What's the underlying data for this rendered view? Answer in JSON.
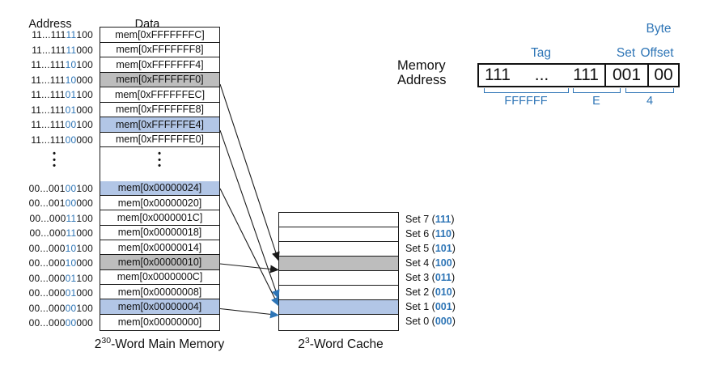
{
  "colors": {
    "accent_blue": "#2E75B6",
    "row_highlight_blue": "#B2C6E6",
    "row_highlight_gray": "#BDBDBD"
  },
  "memory": {
    "address_header": "Address",
    "data_header": "Data",
    "ellipsis_dot": "•",
    "caption_base": "2",
    "caption_exp": "30",
    "caption_rest": "-Word Main Memory",
    "top_rows": [
      {
        "addr_pre": "11...111",
        "addr_set": "11",
        "addr_post": "100",
        "data": "mem[0xFFFFFFFC]",
        "hl": ""
      },
      {
        "addr_pre": "11...111",
        "addr_set": "11",
        "addr_post": "000",
        "data": "mem[0xFFFFFFF8]",
        "hl": ""
      },
      {
        "addr_pre": "11...111",
        "addr_set": "10",
        "addr_post": "100",
        "data": "mem[0xFFFFFFF4]",
        "hl": ""
      },
      {
        "addr_pre": "11...111",
        "addr_set": "10",
        "addr_post": "000",
        "data": "mem[0xFFFFFFF0]",
        "hl": "gray"
      },
      {
        "addr_pre": "11...111",
        "addr_set": "01",
        "addr_post": "100",
        "data": "mem[0xFFFFFFEC]",
        "hl": ""
      },
      {
        "addr_pre": "11...111",
        "addr_set": "01",
        "addr_post": "000",
        "data": "mem[0xFFFFFFE8]",
        "hl": ""
      },
      {
        "addr_pre": "11...111",
        "addr_set": "00",
        "addr_post": "100",
        "data": "mem[0xFFFFFFE4]",
        "hl": "blue"
      },
      {
        "addr_pre": "11...111",
        "addr_set": "00",
        "addr_post": "000",
        "data": "mem[0xFFFFFFE0]",
        "hl": ""
      }
    ],
    "bottom_rows": [
      {
        "addr_pre": "00...001",
        "addr_set": "00",
        "addr_post": "100",
        "data": "mem[0x00000024]",
        "hl": "blue"
      },
      {
        "addr_pre": "00...001",
        "addr_set": "00",
        "addr_post": "000",
        "data": "mem[0x00000020]",
        "hl": ""
      },
      {
        "addr_pre": "00...000",
        "addr_set": "11",
        "addr_post": "100",
        "data": "mem[0x0000001C]",
        "hl": ""
      },
      {
        "addr_pre": "00...000",
        "addr_set": "11",
        "addr_post": "000",
        "data": "mem[0x00000018]",
        "hl": ""
      },
      {
        "addr_pre": "00...000",
        "addr_set": "10",
        "addr_post": "100",
        "data": "mem[0x00000014]",
        "hl": ""
      },
      {
        "addr_pre": "00...000",
        "addr_set": "10",
        "addr_post": "000",
        "data": "mem[0x00000010]",
        "hl": "gray"
      },
      {
        "addr_pre": "00...000",
        "addr_set": "01",
        "addr_post": "100",
        "data": "mem[0x0000000C]",
        "hl": ""
      },
      {
        "addr_pre": "00...000",
        "addr_set": "01",
        "addr_post": "000",
        "data": "mem[0x00000008]",
        "hl": ""
      },
      {
        "addr_pre": "00...000",
        "addr_set": "00",
        "addr_post": "100",
        "data": "mem[0x00000004]",
        "hl": "blue"
      },
      {
        "addr_pre": "00...000",
        "addr_set": "00",
        "addr_post": "000",
        "data": "mem[0x00000000]",
        "hl": ""
      }
    ]
  },
  "cache": {
    "caption_base": "2",
    "caption_exp": "3",
    "caption_rest": "-Word Cache",
    "rows": [
      {
        "label_pre": "Set 7 (",
        "bits": "111",
        "label_post": ")",
        "hl": ""
      },
      {
        "label_pre": "Set 6 (",
        "bits": "110",
        "label_post": ")",
        "hl": ""
      },
      {
        "label_pre": "Set 5 (",
        "bits": "101",
        "label_post": ")",
        "hl": ""
      },
      {
        "label_pre": "Set 4 (",
        "bits": "100",
        "label_post": ")",
        "hl": "gray"
      },
      {
        "label_pre": "Set 3 (",
        "bits": "011",
        "label_post": ")",
        "hl": ""
      },
      {
        "label_pre": "Set 2 (",
        "bits": "010",
        "label_post": ")",
        "hl": ""
      },
      {
        "label_pre": "Set 1 (",
        "bits": "001",
        "label_post": ")",
        "hl": "blue"
      },
      {
        "label_pre": "Set 0 (",
        "bits": "000",
        "label_post": ")",
        "hl": ""
      }
    ]
  },
  "address_breakdown": {
    "label_line1": "Memory",
    "label_line2": "Address",
    "tag_label": "Tag",
    "set_label": "Set",
    "byte_label": "Byte",
    "offset_label": "Offset",
    "tag_left": "111",
    "tag_dots": "...",
    "tag_right": "111",
    "set_value": "001",
    "offset_value": "00",
    "hex_tag": "FFFFFF",
    "hex_mid": "E",
    "hex_low": "4"
  },
  "mappings": [
    {
      "from": "mem[0xFFFFFFF0]",
      "to": "Set 4",
      "color": "black"
    },
    {
      "from": "mem[0xFFFFFFE4]",
      "to": "Set 1",
      "color": "blue"
    },
    {
      "from": "mem[0x00000024]",
      "to": "Set 1",
      "color": "blue"
    },
    {
      "from": "mem[0x00000010]",
      "to": "Set 4",
      "color": "black"
    },
    {
      "from": "mem[0x00000004]",
      "to": "Set 1",
      "color": "blue"
    }
  ]
}
